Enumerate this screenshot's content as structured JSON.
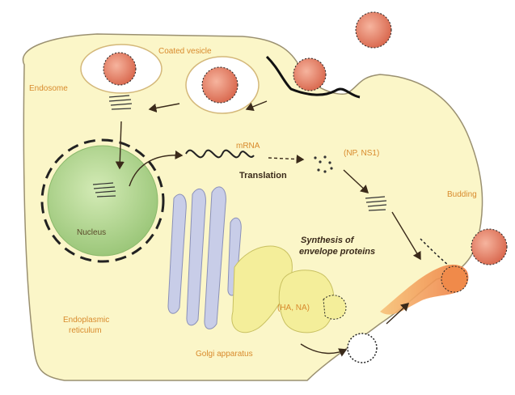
{
  "labels": {
    "coated_vesicle": "Coated vesicle",
    "endosome": "Endosome",
    "mrna": "mRNA",
    "translation": "Translation",
    "np_ns1": "(NP, NS1)",
    "nucleus": "Nucleus",
    "budding": "Budding",
    "synthesis_line1": "Synthesis of",
    "synthesis_line2": "envelope proteins",
    "er_line1": "Endoplasmic",
    "er_line2": "reticulum",
    "golgi": "Golgi apparatus",
    "ha_na": "(HA, NA)"
  },
  "colors": {
    "cytoplasm": "#fbf6c8",
    "nucleus": "#b9d99a",
    "virion": "#e8826a",
    "er": "#c8cde8",
    "golgi": "#f4ee9a",
    "budding": "#f08a4a"
  }
}
